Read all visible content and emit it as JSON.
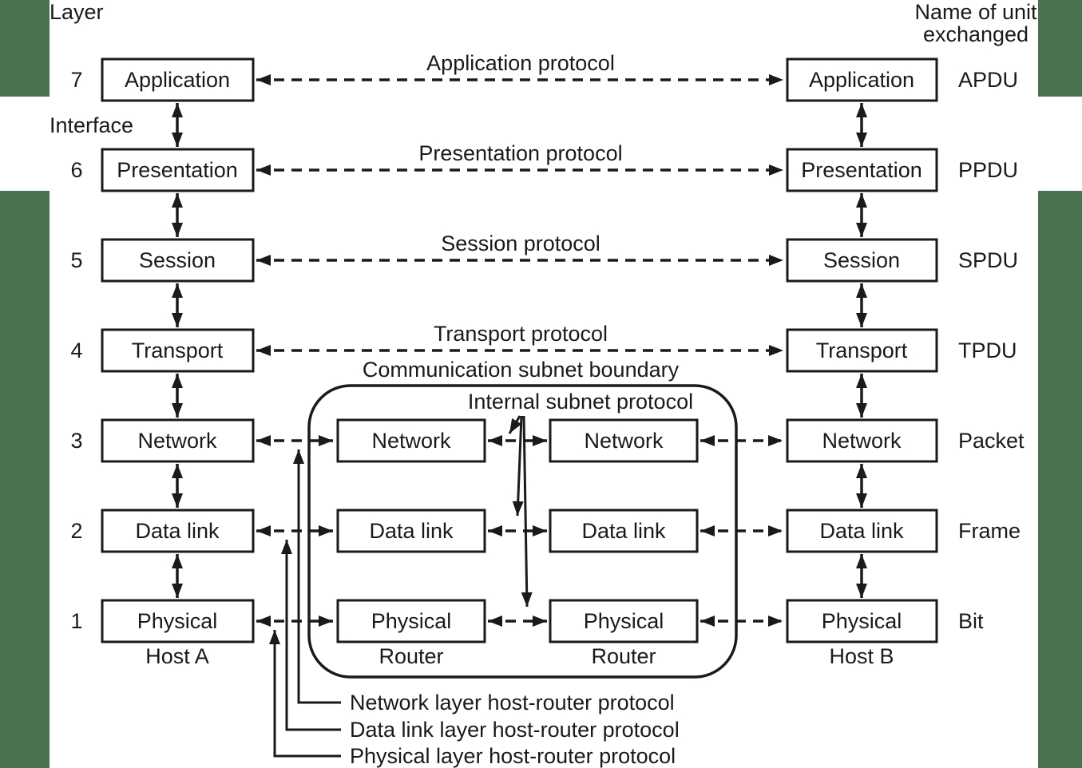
{
  "colors": {
    "green": "#4a7150",
    "line": "#1a1a1a",
    "background": "#ffffff"
  },
  "header": {
    "layer_label": "Layer",
    "interface_label": "Interface",
    "unit_header_line1": "Name of unit",
    "unit_header_line2": "exchanged"
  },
  "layers": [
    {
      "number": "7",
      "name": "Application",
      "protocol": "Application protocol",
      "unit": "APDU"
    },
    {
      "number": "6",
      "name": "Presentation",
      "protocol": "Presentation protocol",
      "unit": "PPDU"
    },
    {
      "number": "5",
      "name": "Session",
      "protocol": "Session protocol",
      "unit": "SPDU"
    },
    {
      "number": "4",
      "name": "Transport",
      "protocol": "Transport protocol",
      "unit": "TPDU"
    },
    {
      "number": "3",
      "name": "Network",
      "unit": "Packet"
    },
    {
      "number": "2",
      "name": "Data link",
      "unit": "Frame"
    },
    {
      "number": "1",
      "name": "Physical",
      "unit": "Bit"
    }
  ],
  "nodes": {
    "host_a": "Host A",
    "host_b": "Host B",
    "router_left": "Router",
    "router_right": "Router"
  },
  "router_layers": [
    "Network",
    "Data link",
    "Physical"
  ],
  "subnet": {
    "boundary_label": "Communication subnet boundary",
    "internal_protocol_label": "Internal subnet protocol"
  },
  "host_router_annotations": [
    "Network layer host-router protocol",
    "Data link layer host-router protocol",
    "Physical layer host-router protocol"
  ]
}
